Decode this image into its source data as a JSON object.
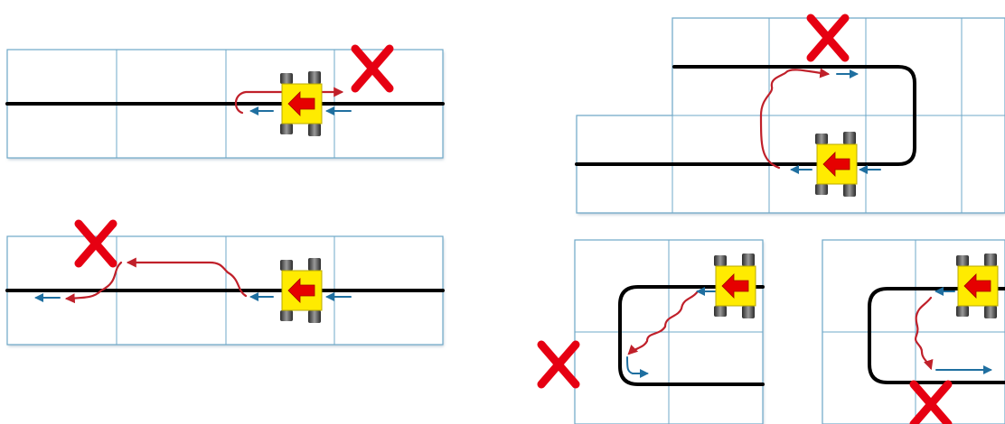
{
  "colors": {
    "grid": "#6fa8c8",
    "track": "#000000",
    "wrong_path": "#c0202a",
    "sensor_arrow": "#1f6fa0",
    "robot_body": "#ffeb00",
    "robot_arrow": "#e60000",
    "x_mark": "#e60012",
    "wheel": "#555555"
  },
  "panels": [
    {
      "id": "straight-overshoot",
      "mark": "x-mark-icon",
      "robot": "robot-car-icon"
    },
    {
      "id": "straight-cross-gap",
      "mark": "x-mark-icon",
      "robot": "robot-car-icon"
    },
    {
      "id": "loop-jump-upper",
      "mark": "x-mark-icon",
      "robot": "robot-car-icon"
    },
    {
      "id": "loop-diagonal-left",
      "mark": "x-mark-icon",
      "robot": "robot-car-icon"
    },
    {
      "id": "loop-diagonal-bottom",
      "mark": "x-mark-icon",
      "robot": "robot-car-icon"
    }
  ]
}
